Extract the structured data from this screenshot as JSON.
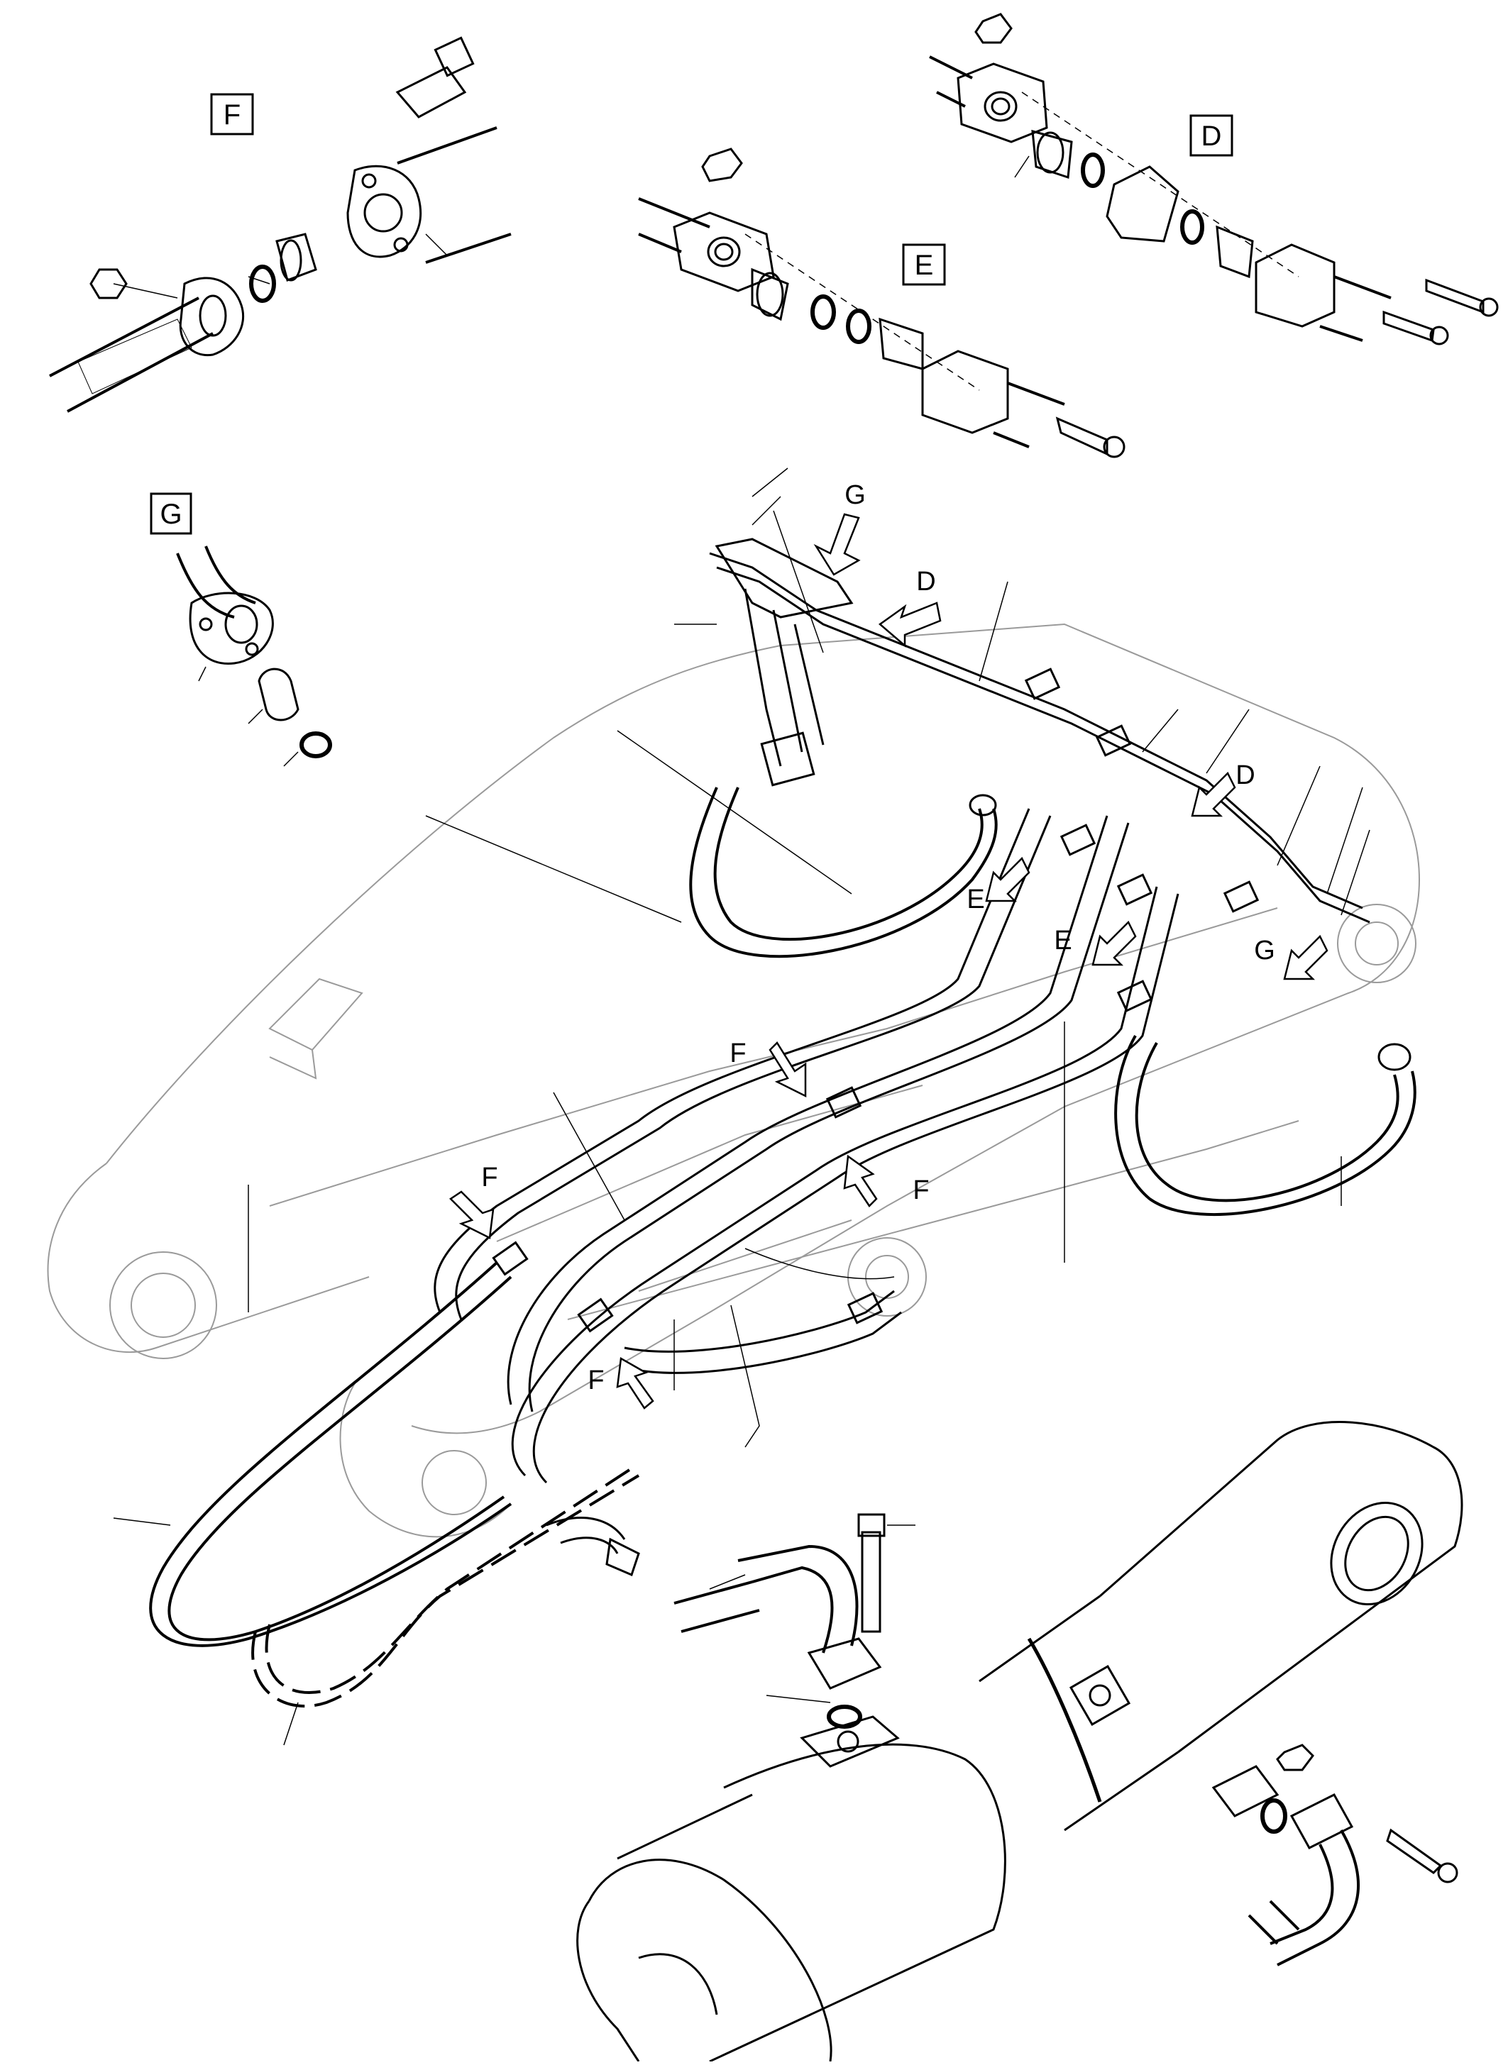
{
  "detail_views": {
    "f": "F",
    "g": "G",
    "e": "E",
    "d": "D"
  },
  "callouts": {
    "g_top": "G",
    "d_top": "D",
    "d_right": "D",
    "e_upper": "E",
    "e_lower": "E",
    "g_right": "G",
    "f_upper": "F",
    "f_middle": "F",
    "f_left": "F",
    "f_lower": "F"
  },
  "colors": {
    "line": "#000000",
    "ghost": "#9a9a9a",
    "background": "#ffffff"
  }
}
